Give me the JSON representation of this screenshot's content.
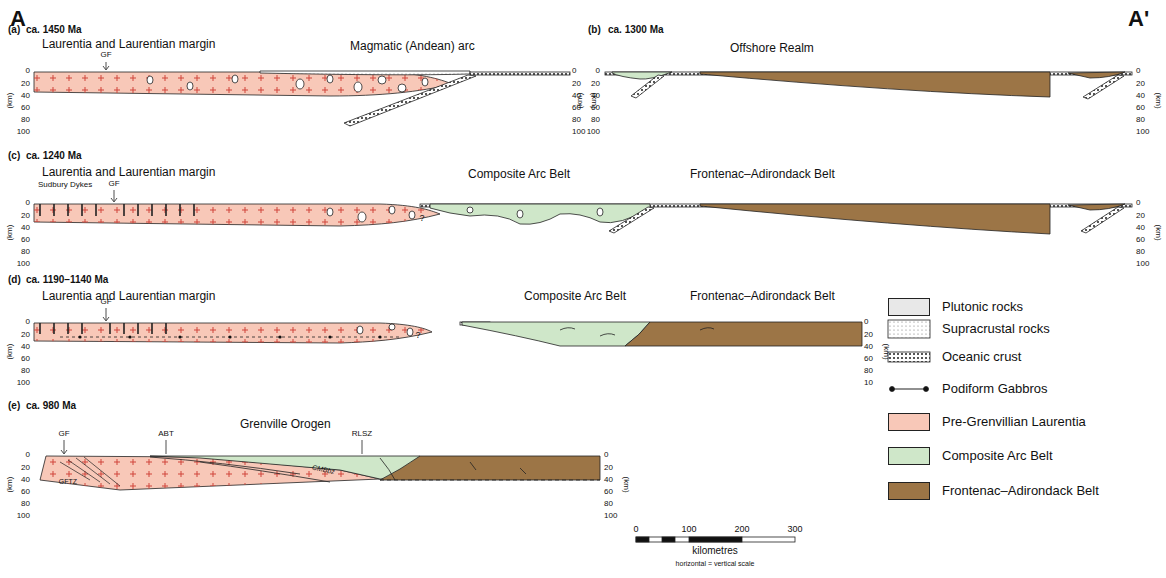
{
  "diagram": {
    "labels": [
      "A",
      "A'",
      "(a)",
      "ca. 1450 Ma",
      "Laurentia and Laurentian margin",
      "Magmatic (Andean) arc",
      "GF",
      "(b)",
      "ca. 1300 Ma",
      "Offshore Realm",
      "(c)",
      "ca. 1240 Ma",
      "Laurentia and Laurentian margin",
      "Sudbury Dykes",
      "GF",
      "?",
      "Composite Arc Belt",
      "Frontenac–Adirondack Belt",
      "(d)",
      "ca. 1190–1140 Ma",
      "Laurentia and Laurentian margin",
      "GF",
      "?",
      "Composite Arc Belt",
      "Frontenac–Adirondack Belt",
      "(e)",
      "ca. 980 Ma",
      "Grenville Orogen",
      "GF",
      "GFTZ",
      "ABT",
      "RLSZ",
      "CMBbz",
      "0",
      "100",
      "200",
      "300",
      "kilometres",
      "horizontal = vertical scale",
      "0",
      "20",
      "40",
      "60",
      "80",
      "100",
      "(km)",
      "0",
      "20",
      "40",
      "60",
      "80",
      "100",
      "(km)",
      "0",
      "20",
      "40",
      "60",
      "80",
      "100",
      "(km)",
      "0",
      "20",
      "40",
      "60",
      "80",
      "100",
      "(km)",
      "0",
      "20",
      "40",
      "60",
      "80",
      "100",
      "(km)",
      "0",
      "20",
      "40",
      "60",
      "80",
      "100",
      "(km)",
      "0",
      "20",
      "40",
      "60",
      "80",
      "100",
      "(km)",
      "0",
      "20",
      "40",
      "60",
      "80",
      "10",
      "(km)",
      "0",
      "20",
      "40",
      "60",
      "80",
      "100",
      "(km)",
      "0",
      "20",
      "40",
      "60",
      "80",
      "100",
      "(km)"
    ],
    "legend": [
      {
        "text": "Plutonic rocks",
        "color": "#e8e8e8"
      },
      {
        "text": "Supracrustal rocks"
      },
      {
        "text": "Oceanic crust"
      },
      {
        "text": "Podiform Gabbros"
      },
      {
        "text": "Pre-Grenvillian Laurentia",
        "color": "#f8c8b8"
      },
      {
        "text": "Composite Arc Belt",
        "color": "#cfe7c9"
      },
      {
        "text": "Frontenac–Adirondack Belt",
        "color": "#9c7546"
      }
    ]
  }
}
